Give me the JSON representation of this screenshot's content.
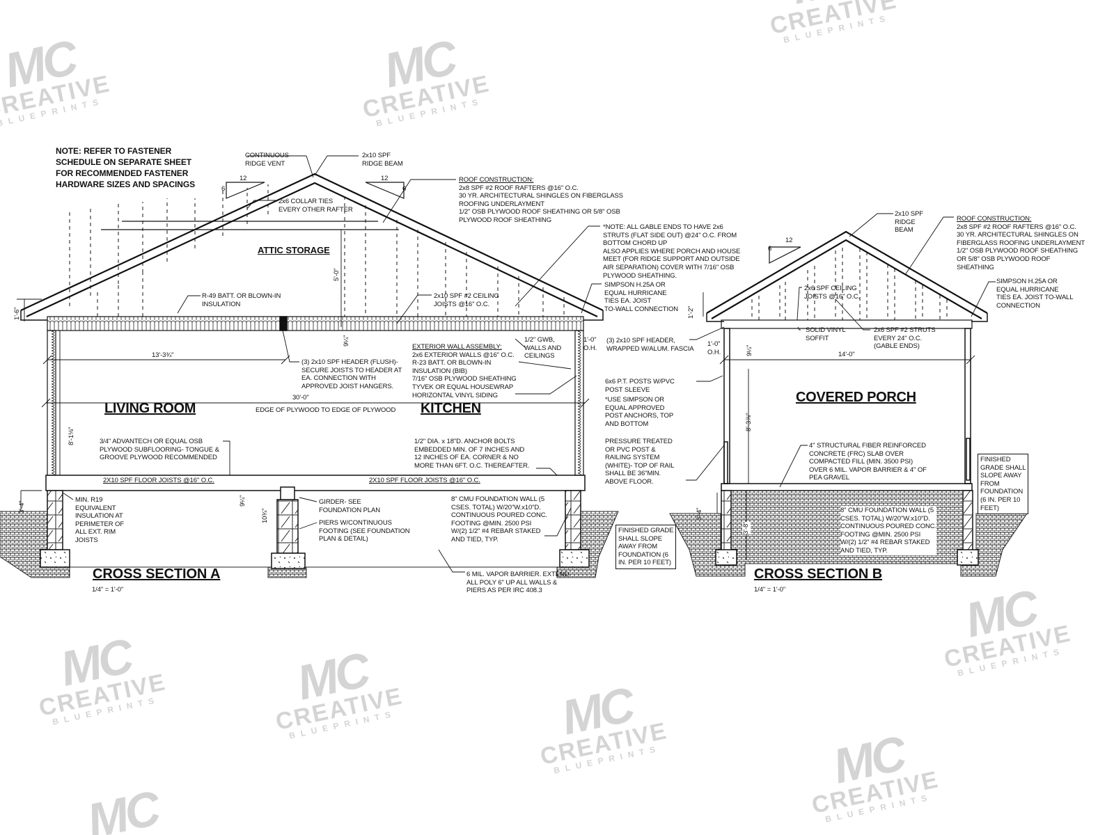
{
  "watermark": {
    "mark": "MC",
    "name": "CREATIVE",
    "sub": "BLUEPRINTS",
    "color": "#d4d4d4"
  },
  "general_note": "NOTE: REFER TO FASTENER\nSCHEDULE ON SEPARATE SHEET\nFOR RECOMMENDED FASTENER\nHARDWARE SIZES AND SPACINGS",
  "section_a": {
    "title": "CROSS SECTION A",
    "scale": "1/4\" = 1'-0\"",
    "ridge_vent": "CONTINUOUS\nRIDGE VENT",
    "ridge_beam": "2x10 SPF\nRIDGE BEAM",
    "pitch_run": "12",
    "pitch_rise": "6",
    "roof_construction": "ROOF CONSTRUCTION:\n2x8 SPF #2 ROOF RAFTERS @16\" O.C.\n30 YR. ARCHITECTURAL SHINGLES ON FIBERGLASS\nROOFING UNDERLAYMENT\n1/2\" OSB PLYWOOD ROOF SHEATHING OR 5/8\" OSB\nPLYWOOD ROOF SHEATHING",
    "collar_ties": "2x6 COLLAR TIES\nEVERY OTHER RAFTER",
    "attic": "ATTIC STORAGE",
    "attic_height": "5'-0\"",
    "insulation": "R-49 BATT. OR BLOWN-IN\nINSULATION",
    "ceiling_joists": "2x10 SPF #2 CEILING\nJOISTS @16\" O.C.",
    "gable_note": "*NOTE: ALL GABLE ENDS TO HAVE 2x6\nSTRUTS (FLAT SIDE OUT) @24\" O.C. FROM\nBOTTOM CHORD UP\nALSO APPLIES WHERE PORCH AND HOUSE\nMEET (FOR RIDGE SUPPORT AND OUTSIDE\nAIR SEPARATION) COVER WITH 7/16\" OSB\nPLYWOOD SHEATHING.",
    "hurricane_ties": "SIMPSON H.25A OR\nEQUAL HURRICANE\nTIES EA. JOIST\nTO-WALL CONNECTION",
    "eave_height": "1'-6\"",
    "joist_depth": "9¼\"",
    "overhang": "1'-0\"\nO.H.",
    "dim_header": "13'-3¾\"",
    "header_note": "(3) 2x10 SPF HEADER (FLUSH)-\nSECURE JOISTS TO HEADER AT\nEA. CONNECTION WITH\nAPPROVED JOIST HANGERS.",
    "wall_assembly": "EXTERIOR WALL ASSEMBLY:\n2x6 EXTERIOR WALLS @16\" O.C.\nR-23 BATT. OR BLOWN-IN\nINSULATION (BIB)\n7/16\" OSB PLYWOOD SHEATHING\nTYVEK OR EQUAL HOUSEWRAP\nHORIZONTAL VINYL SIDING",
    "gwb": "1/2\" GWB,\nWALLS AND\nCEILINGS",
    "dim_width": "30'-0\"",
    "dim_width_note": "EDGE OF PLYWOOD TO EDGE OF PLYWOOD",
    "room_left": "LIVING ROOM",
    "room_right": "KITCHEN",
    "wall_height": "8'-1⅛\"",
    "subfloor": "3/4\" ADVANTECH OR EQUAL OSB\nPLYWOOD SUBFLOORING- TONGUE &\nGROOVE PLYWOOD RECOMMENDED",
    "anchor_bolts": "1/2\" DIA. x 18\"D. ANCHOR BOLTS\nEMBEDDED MIN. OF 7 INCHES AND\n12 INCHES OF EA. CORNER & NO\nMORE THAN 6FT. O.C. THEREAFTER.",
    "floor_joists": "2X10 SPF FLOOR JOISTS @16\" O.C.",
    "foundation_height": "3'-4\"",
    "rim_insulation": "MIN. R19\nEQUIVALENT\nINSULATION AT\nPERIMETER OF\nALL EXT. RIM\nJOISTS",
    "floor_joist_depth": "9¼\"",
    "girder_depth": "10¾\"",
    "girder": "GIRDER- SEE\nFOUNDATION PLAN",
    "piers": "PIERS W/CONTINUOUS\nFOOTING (SEE FOUNDATION\nPLAN & DETAIL)",
    "cmu_wall": "8\" CMU FOUNDATION WALL (5\nCSES. TOTAL) W/20\"W.x10\"D.\nCONTINUOUS POURED CONC.\nFOOTING @MIN. 2500 PSI\nW/(2) 1/2\" #4 REBAR STAKED\nAND TIED, TYP.",
    "finished_grade": "FINISHED GRADE\nSHALL SLOPE\nAWAY FROM\nFOUNDATION (6\nIN. PER 10 FEET)",
    "vapor_barrier": "6 MIL. VAPOR BARRIER.  EXTEND\nALL POLY 6\" UP ALL WALLS &\nPIERS AS PER IRC 408.3"
  },
  "section_b": {
    "title": "CROSS SECTION B",
    "scale": "1/4\" = 1'-0\"",
    "ridge_beam": "2x10 SPF\nRIDGE\nBEAM",
    "pitch_run": "12",
    "pitch_rise": "6",
    "roof_construction": "ROOF CONSTRUCTION:\n2x8 SPF #2 ROOF RAFTERS @16\" O.C.\n30 YR. ARCHITECTURAL SHINGLES ON\nFIBERGLASS ROOFING UNDERLAYMENT\n1/2\" OSB PLYWOOD ROOF SHEATHING\nOR 5/8\" OSB PLYWOOD ROOF\nSHEATHING",
    "hurricane_ties": "SIMPSON H.25A OR\nEQUAL HURRICANE\nTIES EA. JOIST TO-WALL\nCONNECTION",
    "ceiling_joists": "2x6 SPF CEILING\nJOISTS @16\" O.C.",
    "eave_height": "1'-2\"",
    "soffit": "SOLID VINYL\nSOFFIT",
    "struts": "2x6 SPF #2 STRUTS\nEVERY 24\" O.C.\n(GABLE ENDS)",
    "header": "(3) 2x10 SPF HEADER,\nWRAPPED W/ALUM. FASCIA",
    "overhang": "1'-0\"\nO.H.",
    "joist_depth": "9¼\"",
    "dim_width": "14'-0\"",
    "posts": "6x6 P.T. POSTS W/PVC\nPOST SLEEVE",
    "post_anchors": "*USE SIMPSON OR\nEQUAL APPROVED\nPOST ANCHORS, TOP\nAND BOTTOM",
    "wall_height": "8'-3⅞\"",
    "room": "COVERED PORCH",
    "railing": "PRESSURE TREATED\nOR PVC POST &\nRAILING SYSTEM\n(WHITE)- TOP OF RAIL\nSHALL BE 36\"MIN.\nABOVE FLOOR.",
    "slab": "4\" STRUCTURAL FIBER REINFORCED\nCONCRETE (FRC) SLAB OVER\nCOMPACTED FILL (MIN. 3500 PSI)\nOVER 6 MIL. VAPOR BARRIER & 4\" OF\nPEA GRAVEL",
    "finished_grade": "FINISHED\nGRADE SHALL\nSLOPE AWAY\nFROM\nFOUNDATION\n(6 IN. PER 10\nFEET)",
    "foundation_height": "3'-4\"",
    "fill_height": "3'-8\"",
    "cmu_wall": "8\" CMU FOUNDATION WALL (5\nCSES. TOTAL) W/20\"W.x10\"D.\nCONTINUOUS POURED CONC.\nFOOTING @MIN. 2500 PSI\nW/(2) 1/2\" #4 REBAR STAKED\nAND TIED, TYP."
  }
}
